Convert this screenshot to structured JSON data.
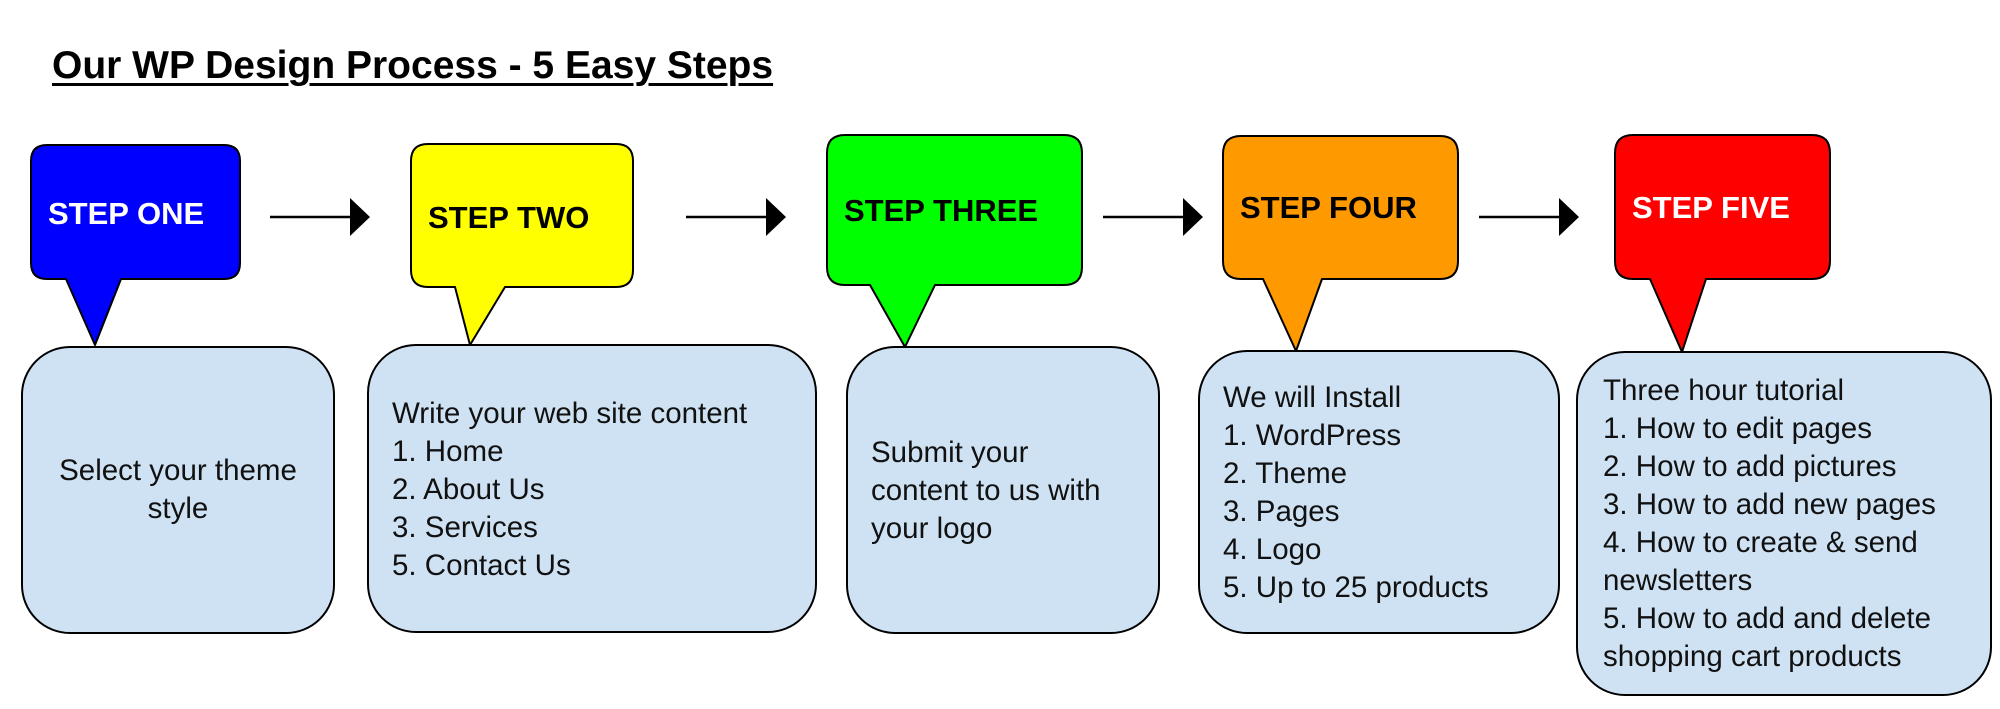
{
  "title": "Our WP Design Process - 5 Easy Steps",
  "colors": {
    "step_one": "#0000ff",
    "step_two": "#ffff00",
    "step_three": "#00ff00",
    "step_four": "#ff9900",
    "step_five": "#ff0000",
    "content_box": "#cfe2f3",
    "outline": "#000000"
  },
  "steps": [
    {
      "label": "STEP ONE",
      "lines": [
        "Select your theme",
        "style"
      ]
    },
    {
      "label": "STEP TWO",
      "lines": [
        "Write your web site content",
        "1. Home",
        "2. About Us",
        "3. Services",
        "5. Contact Us"
      ]
    },
    {
      "label": "STEP THREE",
      "lines": [
        "Submit your",
        "content to us with",
        "your logo"
      ]
    },
    {
      "label": "STEP FOUR",
      "lines": [
        "We will Install",
        "1. WordPress",
        "2. Theme",
        "3. Pages",
        "4. Logo",
        "5. Up to 25 products"
      ]
    },
    {
      "label": "STEP FIVE",
      "lines": [
        "Three hour tutorial",
        "1. How to edit pages",
        "2. How to add pictures",
        "3. How to add new pages",
        "4. How to create & send newsletters",
        "5. How to add and delete shopping cart products"
      ]
    }
  ]
}
